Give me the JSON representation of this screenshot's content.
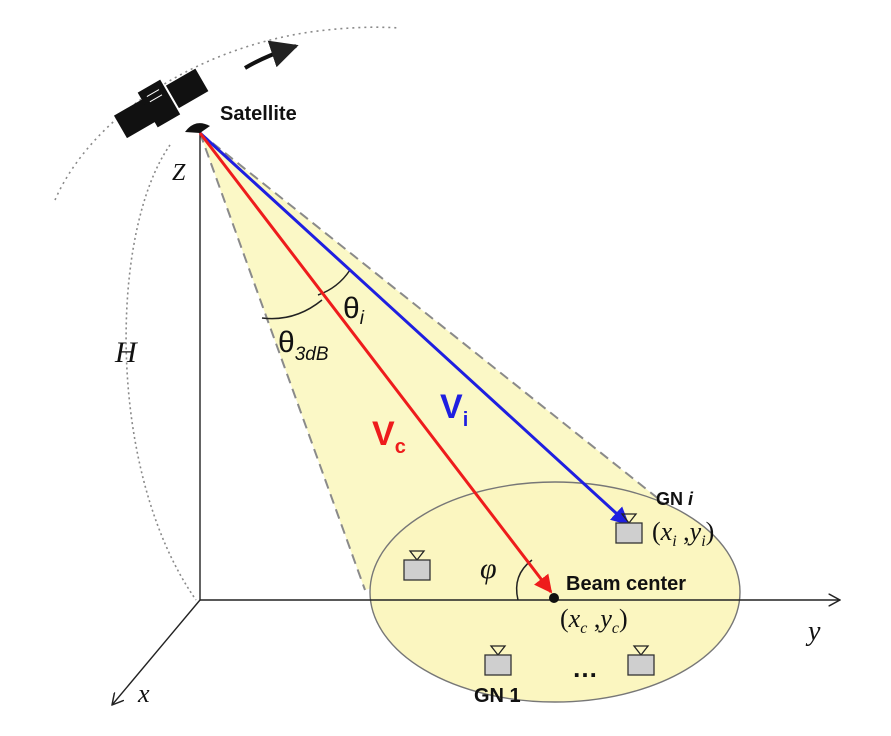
{
  "labels": {
    "satellite": "Satellite",
    "z_axis": "Z",
    "y_axis": "y",
    "x_axis": "x",
    "height": "H",
    "theta_3db_sym": "θ",
    "theta_3db_sub": "3dB",
    "theta_i_sym": "θ",
    "theta_i_sub": "i",
    "v_i_main": "V",
    "v_i_sub": "i",
    "v_c_main": "V",
    "v_c_sub": "c",
    "phi": "φ",
    "beam_center": "Beam center",
    "gn_i_prefix": "GN",
    "gn_i_italic": "i",
    "gn_i_coord_open": "(",
    "gn_i_coord_x": "x",
    "gn_i_coord_x_sub": "i",
    "gn_i_coord_comma": " ,",
    "gn_i_coord_y": "y",
    "gn_i_coord_y_sub": "i",
    "gn_i_coord_close": ")",
    "bc_coord_open": "(",
    "bc_coord_x": "x",
    "bc_coord_x_sub": "c",
    "bc_coord_comma": " ,",
    "bc_coord_y": "y",
    "bc_coord_y_sub": "c",
    "bc_coord_close": ")",
    "gn_1": "GN 1",
    "ellipsis": "…"
  },
  "colors": {
    "beam_fill": "#fbf8c6",
    "ellipse_fill": "#fbf6c0",
    "v_i": "#1f1fe0",
    "v_c": "#ee1c1c",
    "terminal_fill": "#cfcfcf",
    "dashed": "#8a8a8a",
    "axis": "#222222"
  }
}
